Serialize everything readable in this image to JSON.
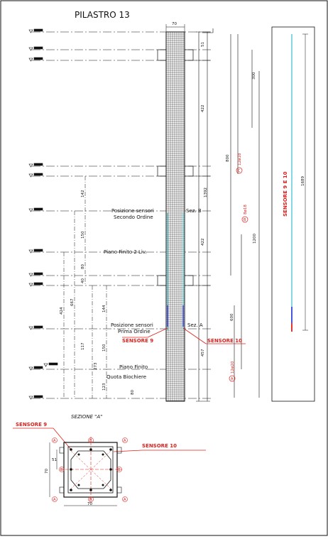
{
  "title": "PILASTRO  13",
  "top_dim": "70",
  "side_dims": {
    "d51": "51",
    "d422a": "422",
    "d1392": "1392",
    "d422b": "422",
    "d457": "457",
    "d300": "300",
    "d800": "800",
    "d1200": "1200",
    "d600": "600",
    "d1689": "1689"
  },
  "left_dims": {
    "d142": "142",
    "d150": "150",
    "d80": "80",
    "d40": "40",
    "d424": "424",
    "d667": "667",
    "d144": "144",
    "d117": "117",
    "d150b": "150",
    "d273": "273",
    "d123": "123",
    "d80b": "80"
  },
  "labels": {
    "pos_sensori_2a": "Posizione sensori",
    "pos_sensori_2b": "Secondo Ordine",
    "sez_b": "Sez. B",
    "piano_finito_2": "Piano Finito 2 Liv.",
    "pos_sensori_1a": "Posizione sensori",
    "pos_sensori_1b": "Prima Ordine",
    "sez_a": "Sez. A",
    "piano_finito": "Piano Finito",
    "quota_biochiere": "Quota Biochiere"
  },
  "rebar": {
    "c_label": "12ø18",
    "b_label": "8ø18",
    "a_label": "12ø20",
    "c_mark": "C",
    "b_mark": "B",
    "a_mark": "A"
  },
  "sensors": {
    "s9": "SENSORE 9",
    "s10": "SENSORE 10",
    "side_panel": "SENSORE 9 E 10"
  },
  "section": {
    "title": "SEZIONE \"A\"",
    "sensor9": "SENSORE 9",
    "sensor10": "SENSORE 10",
    "dim_51": "51",
    "dim_70v": "70",
    "dim_70h": "70",
    "marks": [
      "A",
      "B",
      "A",
      "B",
      "B",
      "A",
      "B",
      "A"
    ]
  },
  "colors": {
    "line": "#111111",
    "red": "#e0201c",
    "cyan": "#22b8c8",
    "blue": "#1b2fd6"
  }
}
